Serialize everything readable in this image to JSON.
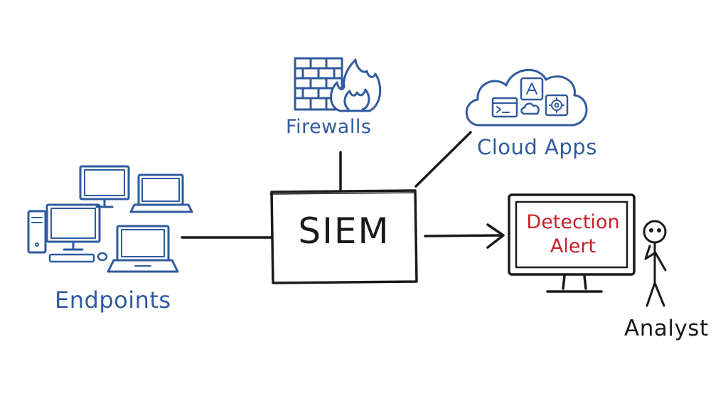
{
  "nodes": {
    "firewalls": {
      "label": "Firewalls"
    },
    "cloud_apps": {
      "label": "Cloud Apps"
    },
    "endpoints": {
      "label": "Endpoints"
    },
    "siem": {
      "label": "SIEM"
    },
    "alert": {
      "line1": "Detection",
      "line2": "Alert"
    },
    "analyst": {
      "label": "Analyst"
    }
  },
  "icons": {
    "firewall": "brick-wall-flame-icon",
    "cloud": "cloud-apps-icon",
    "endpoints": "computers-laptops-icon",
    "alert_monitor": "monitor-icon",
    "analyst": "stick-figure-icon"
  },
  "colors": {
    "sources": "#2f5a9e",
    "ink": "#1a1a1a",
    "alert_text": "#c8202a"
  }
}
